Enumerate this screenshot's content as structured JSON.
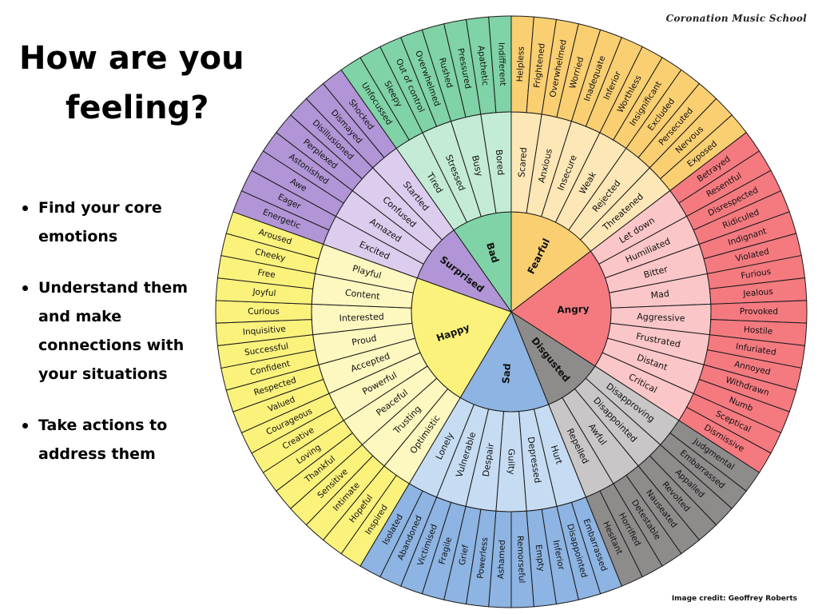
{
  "brand": "Coronation Music School",
  "title": {
    "line1": "How are you",
    "line2": "feeling?"
  },
  "bullets": [
    "Find your core emotions",
    "Understand them and make connections with your situations",
    "Take actions to address them"
  ],
  "credit": "Image credit: Geoffrey Roberts",
  "wheel": [
    {
      "core": "Fearful",
      "color": "#f9cf72",
      "mid_color": "#fde7b6",
      "outer_color": "#f9cf72",
      "children": [
        {
          "label": "Scared",
          "outer": [
            "Helpless",
            "Frightened"
          ]
        },
        {
          "label": "Anxious",
          "outer": [
            "Overwhelmed",
            "Worried"
          ]
        },
        {
          "label": "Insecure",
          "outer": [
            "Inadequate",
            "Inferior"
          ]
        },
        {
          "label": "Weak",
          "outer": [
            "Worthless",
            "Insignificant"
          ]
        },
        {
          "label": "Rejected",
          "outer": [
            "Excluded",
            "Persecuted"
          ]
        },
        {
          "label": "Threatened",
          "outer": [
            "Nervous",
            "Exposed"
          ]
        }
      ]
    },
    {
      "core": "Angry",
      "color": "#f47a80",
      "mid_color": "#fbc6c8",
      "outer_color": "#f47a80",
      "children": [
        {
          "label": "Let down",
          "outer": [
            "Betrayed",
            "Resentful"
          ]
        },
        {
          "label": "Humiliated",
          "outer": [
            "Disrespected",
            "Ridiculed"
          ]
        },
        {
          "label": "Bitter",
          "outer": [
            "Indignant",
            "Violated"
          ]
        },
        {
          "label": "Mad",
          "outer": [
            "Furious",
            "Jealous"
          ]
        },
        {
          "label": "Aggressive",
          "outer": [
            "Provoked",
            "Hostile"
          ]
        },
        {
          "label": "Frustrated",
          "outer": [
            "Infuriated",
            "Annoyed"
          ]
        },
        {
          "label": "Distant",
          "outer": [
            "Withdrawn",
            "Numb"
          ]
        },
        {
          "label": "Critical",
          "outer": [
            "Sceptical",
            "Dismissive"
          ]
        }
      ]
    },
    {
      "core": "Disgusted",
      "color": "#8e8b8b",
      "mid_color": "#c8c6c6",
      "outer_color": "#8e8b8b",
      "children": [
        {
          "label": "Disapproving",
          "outer": [
            "Judgmental",
            "Embarrassed"
          ]
        },
        {
          "label": "Disappointed",
          "outer": [
            "Appalled",
            "Revolted"
          ]
        },
        {
          "label": "Awful",
          "outer": [
            "Nauseated",
            "Detestable"
          ]
        },
        {
          "label": "Repelled",
          "outer": [
            "Horrified",
            "Hesitant"
          ]
        }
      ]
    },
    {
      "core": "Sad",
      "color": "#8db4e2",
      "mid_color": "#c6dcf2",
      "outer_color": "#8db4e2",
      "children": [
        {
          "label": "Hurt",
          "outer": [
            "Embarrassed",
            "Disappointed"
          ]
        },
        {
          "label": "Depressed",
          "outer": [
            "Inferior",
            "Empty"
          ]
        },
        {
          "label": "Guilty",
          "outer": [
            "Remorseful",
            "Ashamed"
          ]
        },
        {
          "label": "Despair",
          "outer": [
            "Powerless",
            "Grief"
          ]
        },
        {
          "label": "Vulnerable",
          "outer": [
            "Fragile",
            "Victimised"
          ]
        },
        {
          "label": "Lonely",
          "outer": [
            "Abandoned",
            "Isolated"
          ]
        }
      ]
    },
    {
      "core": "Happy",
      "color": "#fbf27c",
      "mid_color": "#fdf8bf",
      "outer_color": "#fbf27c",
      "children": [
        {
          "label": "Optimistic",
          "outer": [
            "Inspired",
            "Hopeful"
          ]
        },
        {
          "label": "Trusting",
          "outer": [
            "Intimate",
            "Sensitive"
          ]
        },
        {
          "label": "Peaceful",
          "outer": [
            "Thankful",
            "Loving"
          ]
        },
        {
          "label": "Powerful",
          "outer": [
            "Creative",
            "Courageous"
          ]
        },
        {
          "label": "Accepted",
          "outer": [
            "Valued",
            "Respected"
          ]
        },
        {
          "label": "Proud",
          "outer": [
            "Confident",
            "Successful"
          ]
        },
        {
          "label": "Interested",
          "outer": [
            "Inquisitive",
            "Curious"
          ]
        },
        {
          "label": "Content",
          "outer": [
            "Joyful",
            "Free"
          ]
        },
        {
          "label": "Playful",
          "outer": [
            "Cheeky",
            "Aroused"
          ]
        }
      ]
    },
    {
      "core": "Surprised",
      "color": "#b195d6",
      "mid_color": "#dccdee",
      "outer_color": "#b195d6",
      "children": [
        {
          "label": "Excited",
          "outer": [
            "Energetic",
            "Eager"
          ]
        },
        {
          "label": "Amazed",
          "outer": [
            "Awe",
            "Astonished"
          ]
        },
        {
          "label": "Confused",
          "outer": [
            "Perplexed",
            "Disillusioned"
          ]
        },
        {
          "label": "Startled",
          "outer": [
            "Dismayed",
            "Shocked"
          ]
        }
      ]
    },
    {
      "core": "Bad",
      "color": "#7fd3a6",
      "mid_color": "#c4ebd5",
      "outer_color": "#7fd3a6",
      "children": [
        {
          "label": "Tired",
          "outer": [
            "Unfocussed",
            "Sleepy"
          ]
        },
        {
          "label": "Stressed",
          "outer": [
            "Out of control",
            "Overwhelmed"
          ]
        },
        {
          "label": "Busy",
          "outer": [
            "Rushed",
            "Pressured"
          ]
        },
        {
          "label": "Bored",
          "outer": [
            "Apathetic",
            "Indifferent"
          ]
        }
      ]
    }
  ]
}
